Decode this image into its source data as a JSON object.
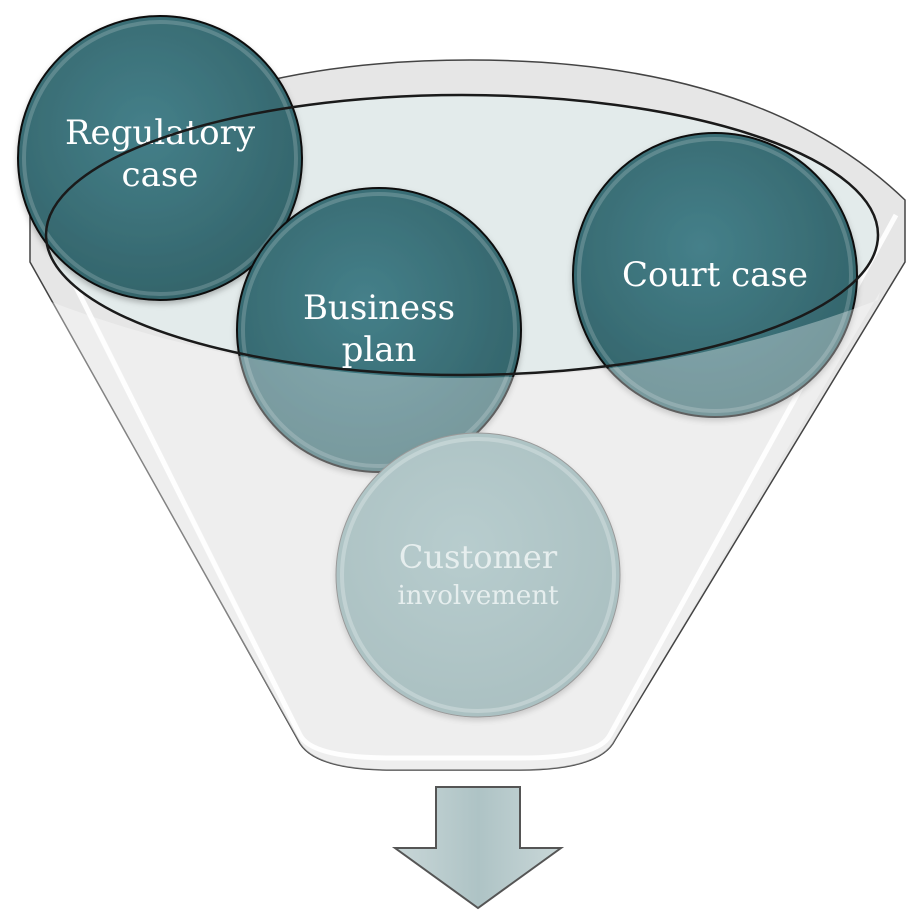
{
  "diagram": {
    "inputs": [
      {
        "id": "regulatory",
        "lines": [
          "Regulatory",
          "case"
        ],
        "fill": "#3f7579",
        "text_color": "#ffffff"
      },
      {
        "id": "business",
        "lines": [
          "Business",
          "plan"
        ],
        "fill": "#3f7579",
        "text_color": "#ffffff"
      },
      {
        "id": "court",
        "lines": [
          "Court case"
        ],
        "fill": "#3f7579",
        "text_color": "#ffffff"
      },
      {
        "id": "customer",
        "lines": [
          "Customer",
          "involvement"
        ],
        "fill": "#88a9ab",
        "text_color": "#e6eeee"
      }
    ],
    "colors": {
      "funnel_fill": "#e6e6e6",
      "funnel_rim_fill": "#e3ebeb",
      "arrow_fill": "#b5c8ca",
      "outline": "#1a1a1a"
    }
  }
}
